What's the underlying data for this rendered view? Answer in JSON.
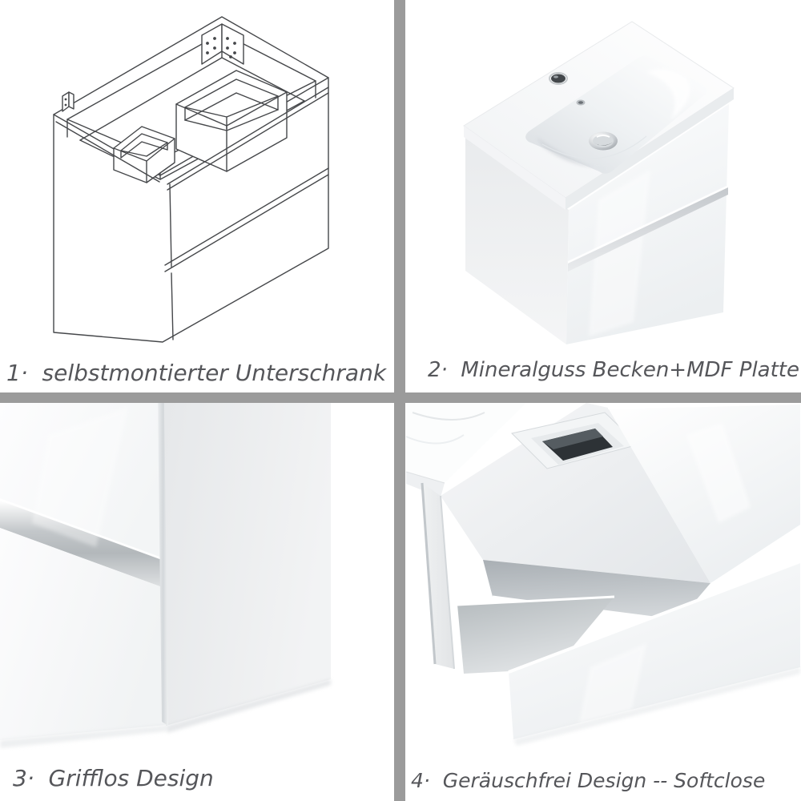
{
  "page": {
    "background": "#ffffff",
    "divider_color": "#9b9b9b",
    "caption_color": "#55565a",
    "drawing_line_color": "#45474a"
  },
  "quadrants": [
    {
      "index": "1",
      "caption": "1·  selbstmontierter Unterschrank",
      "image": "wireframe-cabinet-drawing"
    },
    {
      "index": "2",
      "caption": "2·  Mineralguss Becken+MDF Platte",
      "image": "vanity-basin-photo"
    },
    {
      "index": "3",
      "caption": "3·  Grifflos Design",
      "image": "handleless-groove-closeup"
    },
    {
      "index": "4",
      "caption": "4·  Geräuschfrei Design -- Softclose",
      "image": "open-drawers-softclose-photo"
    }
  ]
}
